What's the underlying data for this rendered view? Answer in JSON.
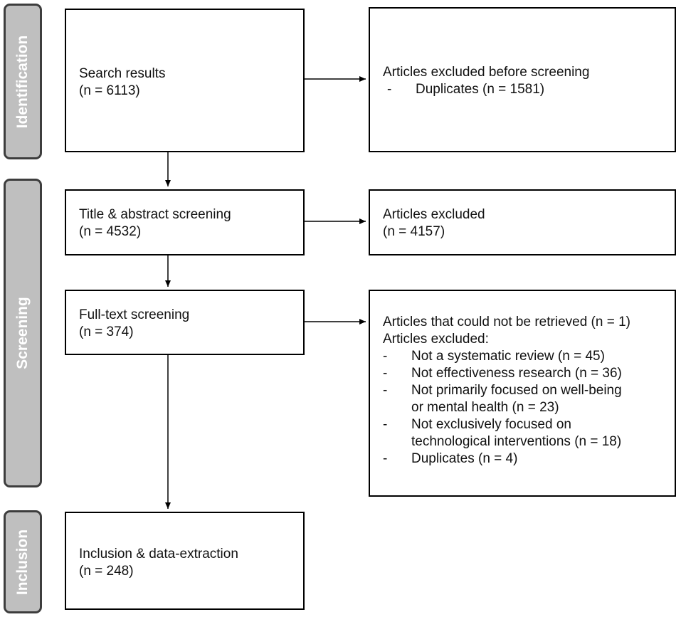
{
  "stages": {
    "identification": "Identification",
    "screening": "Screening",
    "inclusion": "Inclusion"
  },
  "boxes": {
    "search": {
      "title": "Search results",
      "count": "(n = 6113)"
    },
    "excluded_before": {
      "title": "Articles excluded before screening",
      "items": [
        {
          "dash": "-",
          "text": "Duplicates (n = 1581)"
        }
      ]
    },
    "title_abstract": {
      "title": "Title & abstract screening",
      "count": "(n = 4532)"
    },
    "excluded_ta": {
      "title": "Articles excluded",
      "count": "(n = 4157)"
    },
    "fulltext": {
      "title": "Full-text screening",
      "count": "(n = 374)"
    },
    "excluded_ft": {
      "line1": "Articles that could not be retrieved (n = 1)",
      "line2": "Articles excluded:",
      "items": [
        {
          "dash": "-",
          "text": "Not a systematic review (n = 45)"
        },
        {
          "dash": "-",
          "text": "Not effectiveness research (n = 36)"
        },
        {
          "dash": "-",
          "text": "Not primarily focused on well-being"
        },
        {
          "dash": "",
          "text": "or mental health (n = 23)"
        },
        {
          "dash": "-",
          "text": "Not exclusively focused on"
        },
        {
          "dash": "",
          "text": "technological interventions (n = 18)"
        },
        {
          "dash": "-",
          "text": "Duplicates (n = 4)"
        }
      ]
    },
    "inclusion": {
      "title": "Inclusion & data-extraction",
      "count": "(n = 248)"
    }
  }
}
